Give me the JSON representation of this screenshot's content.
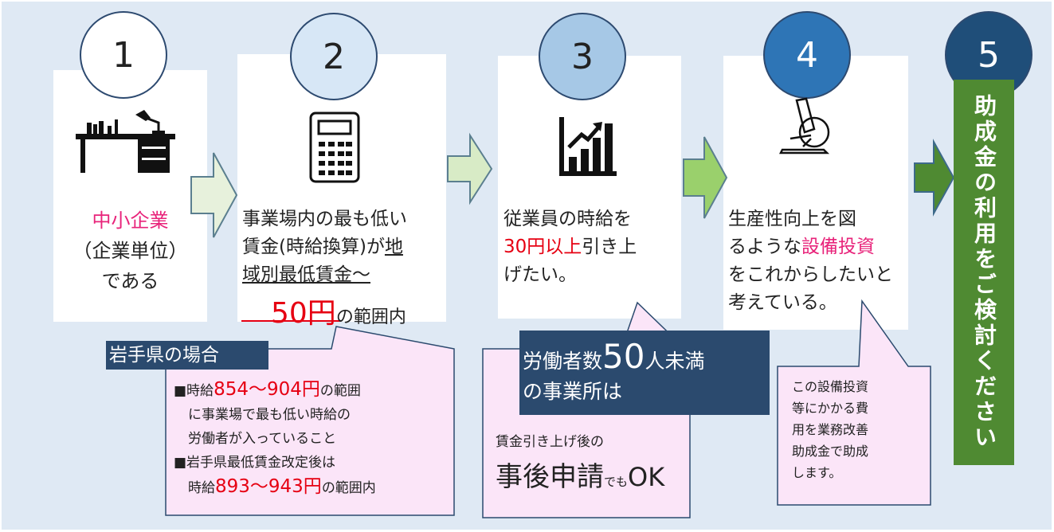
{
  "steps": [
    {
      "number": "1"
    },
    {
      "number": "2"
    },
    {
      "number": "3"
    },
    {
      "number": "4"
    },
    {
      "number": "5"
    }
  ],
  "card1": {
    "line1": "中小企業",
    "line2": "（企業単位）",
    "line3": "である"
  },
  "card2": {
    "t1": "事業場内の最も低い",
    "t2a": "賃金(時給換算)が",
    "t2b": "地",
    "t3": "域別最低賃金～",
    "t4a": "50円",
    "t4b": "の範囲内"
  },
  "card3": {
    "t1": "従業員の時給を",
    "t2a": "30円以上",
    "t2b": "引き上",
    "t3": "げたい。"
  },
  "card4": {
    "t1": "生産性向上を図",
    "t2a": "るような",
    "t2b": "設備投資",
    "t3": "をこれからしたいと",
    "t4": "考えている。"
  },
  "step5": {
    "text": "助成金の利用をご検討ください"
  },
  "iwate": {
    "title": "岩手県の場合",
    "b1a": "■時給",
    "b1b": "854～904円",
    "b1c": "の範囲",
    "b2": "に事業場で最も低い時給の",
    "b3": "労働者が入っていること",
    "b4": "■岩手県最低賃金改定後は",
    "b5a": "時給",
    "b5b": "893～943円",
    "b5c": "の範囲内"
  },
  "small_office": {
    "line1a": "労働者数",
    "line1b": "50",
    "line1c": "人未満",
    "line2": "の事業所は",
    "sub": "賃金引き上げ後の",
    "big": "事後申請",
    "small": "でも",
    "ok": "OK"
  },
  "subsidy_note": {
    "l1": "この設備投資",
    "l2": "等にかかる費",
    "l3": "用を業務改善",
    "l4": "助成金で助成",
    "l5": "します。"
  },
  "icons": [
    "desk-icon",
    "calculator-icon",
    "growth-chart-icon",
    "microscope-icon"
  ],
  "colors": {
    "navy": "#2b4a6e",
    "green": "#4f8a32",
    "pink": "#e8237a",
    "red": "#e60012",
    "callout": "#fbe5f8"
  }
}
